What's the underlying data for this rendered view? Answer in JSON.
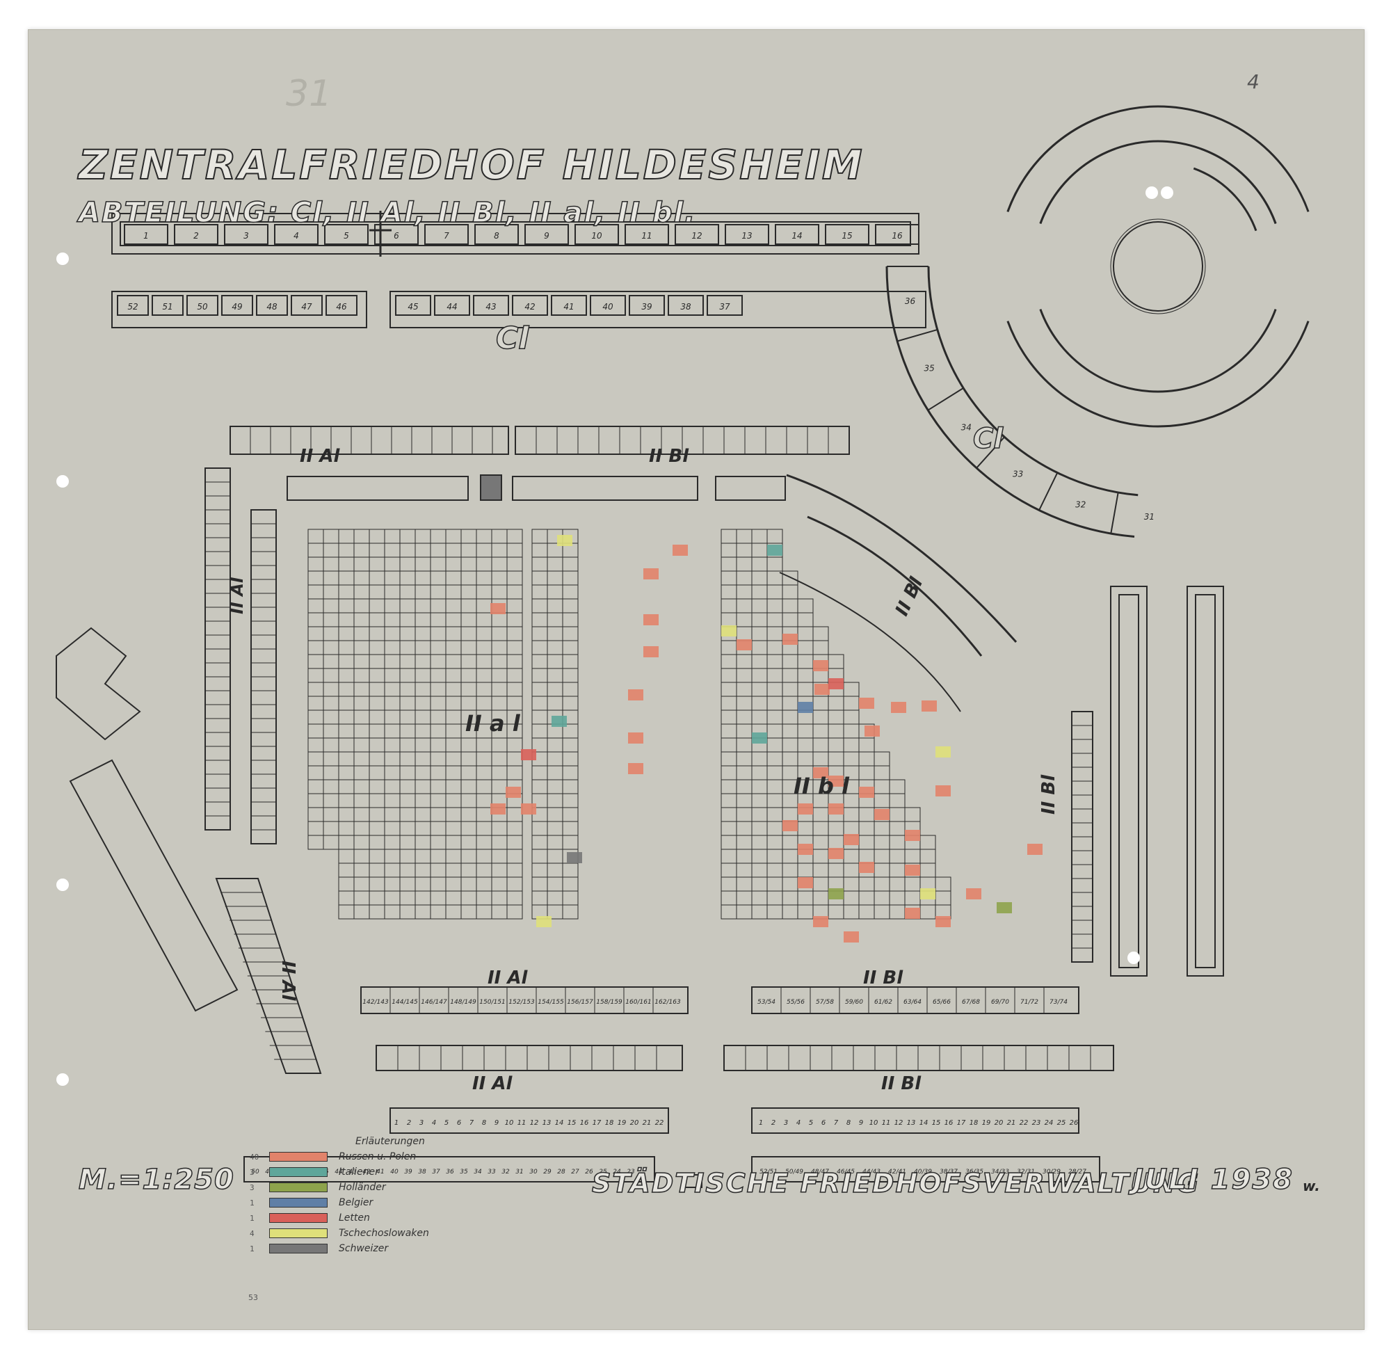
{
  "title": "ZENTRALFRIEDHOF HILDESHEIM",
  "subtitle": "ABTEILUNG: Cl, II Al, II Bl, II al, II bl.",
  "sheet_number": "4",
  "archive_mark": "31",
  "scale": "M.=1:250",
  "authority": "STÄDTISCHE FRIEDHOFSVERWALTUNG",
  "date": "JULI 1938",
  "initials": "w.",
  "sections": {
    "cl_top": "Cl",
    "cl_ring": "Cl",
    "iial_top": "II Al",
    "iibl_top": "II Bl",
    "iial_left": "II Al",
    "iibl_ring": "II Bl",
    "iial_center": "II a l",
    "iibl_center": "II b l",
    "iibl_right": "II Bl",
    "iial_lower_left": "II Al",
    "iial_bottom": "II Al",
    "iibl_bottom": "II Bl",
    "iial_base": "II Al",
    "iibl_base": "II Bl"
  },
  "numbers": {
    "cl_top_row": [
      "1",
      "2",
      "3",
      "4",
      "5",
      "6",
      "7",
      "8",
      "9",
      "10",
      "11",
      "12",
      "13",
      "14",
      "15",
      "16"
    ],
    "cl_second_row_left": [
      "52",
      "51",
      "50",
      "49",
      "48",
      "47",
      "46"
    ],
    "cl_second_row_right": [
      "45",
      "44",
      "43",
      "42",
      "41",
      "40",
      "39",
      "38",
      "37"
    ],
    "cl_ring": [
      "36",
      "35",
      "34",
      "33",
      "32",
      "31"
    ],
    "bottom_left_row": [
      "1",
      "2",
      "3",
      "4",
      "5",
      "6",
      "7",
      "8",
      "9",
      "10",
      "11",
      "12",
      "13",
      "14",
      "15",
      "16",
      "17",
      "18",
      "19",
      "20",
      "21",
      "22"
    ],
    "bottom_right_row": [
      "1",
      "2",
      "3",
      "4",
      "5",
      "6",
      "7",
      "8",
      "9",
      "10",
      "11",
      "12",
      "13",
      "14",
      "15",
      "16",
      "17",
      "18",
      "19",
      "20",
      "21",
      "22",
      "23",
      "24",
      "25",
      "26"
    ],
    "base_left_row": [
      "50",
      "49",
      "48",
      "47",
      "46",
      "45",
      "44",
      "43",
      "42",
      "41",
      "40",
      "39",
      "38",
      "37",
      "36",
      "35",
      "34",
      "33",
      "32",
      "31",
      "30",
      "29",
      "28",
      "27",
      "26",
      "25",
      "24",
      "23"
    ],
    "base_right_row": [
      "52/51",
      "50/49",
      "48/47",
      "46/45",
      "44/43",
      "42/41",
      "40/39",
      "38/37",
      "36/35",
      "34/33",
      "32/31",
      "30/29",
      "28/27"
    ],
    "iibl_bottom_row": [
      "53/54",
      "55/56",
      "57/58",
      "59/60",
      "61/62",
      "63/64",
      "65/66",
      "67/68",
      "69/70",
      "71/72",
      "73/74"
    ],
    "iial_bottom_row": [
      "142/143",
      "144/145",
      "146/147",
      "148/149",
      "150/151",
      "152/153",
      "154/155",
      "156/157",
      "158/159",
      "160/161",
      "162/163"
    ]
  },
  "legend": {
    "title": "Erläuterungen",
    "items": [
      {
        "count": "40",
        "label": "Russen u. Polen",
        "color": "#e2836a"
      },
      {
        "count": "3",
        "label": "Italiener",
        "color": "#5fa69a"
      },
      {
        "count": "3",
        "label": "Holländer",
        "color": "#8ea34c"
      },
      {
        "count": "1",
        "label": "Belgier",
        "color": "#5f7fa6"
      },
      {
        "count": "1",
        "label": "Letten",
        "color": "#d9605a"
      },
      {
        "count": "4",
        "label": "Tschechoslowaken",
        "color": "#dfe07a"
      },
      {
        "count": "1",
        "label": "Schweizer",
        "color": "#777777"
      }
    ],
    "total": "53"
  },
  "colors": {
    "paper": "#c9c8bf",
    "ink": "#2a2a2a",
    "russen_u_polen": "#e2836a",
    "italiener": "#5fa69a",
    "hollaender": "#8ea34c",
    "belgier": "#5f7fa6",
    "letten": "#d9605a",
    "tschechoslowaken": "#dfe07a",
    "schweizer": "#777777"
  }
}
